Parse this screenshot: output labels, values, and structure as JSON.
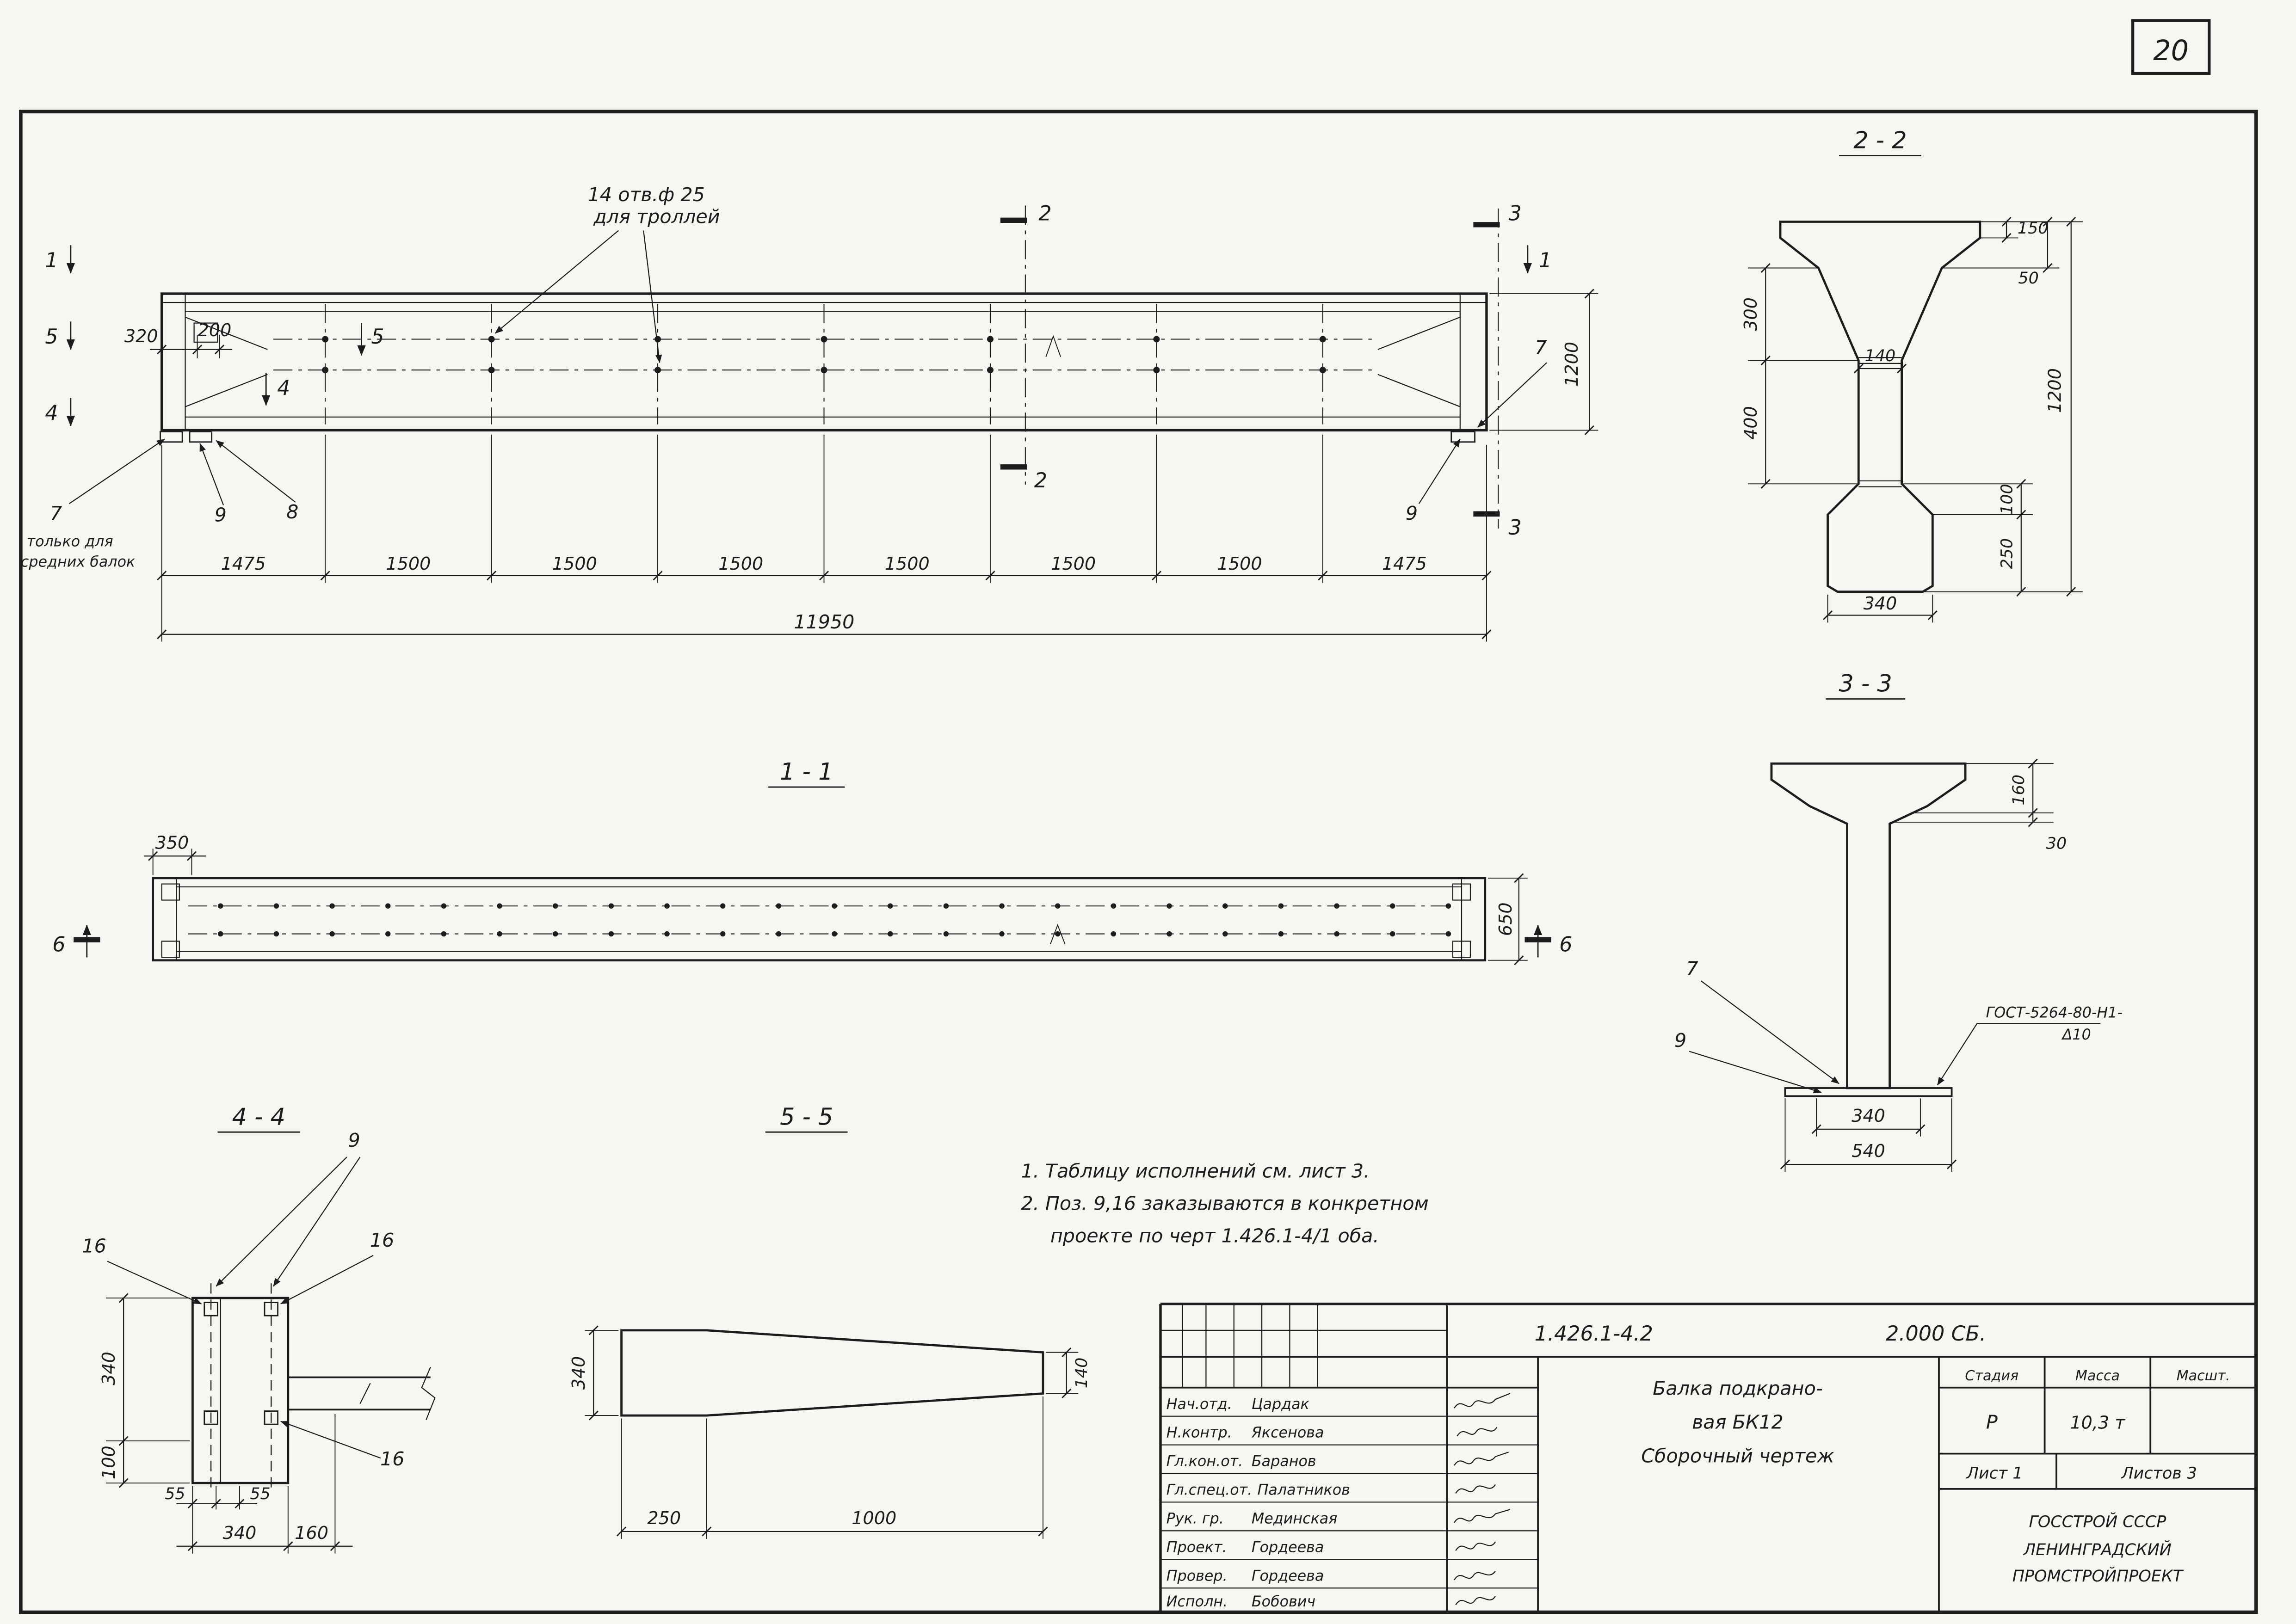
{
  "colors": {
    "ink": "#1c1c1c",
    "paper": "#f7f6f2"
  },
  "page": {
    "sheet_number": "20"
  },
  "elevation": {
    "hole_note_line1": "14 отв.ф 25",
    "hole_note_line2": "для троллей",
    "side_note_line1": "только для",
    "side_note_line2": "средних балок",
    "dim_320": "320",
    "dim_200": "200",
    "dim_1200": "1200",
    "dim_total": "11950",
    "dims_bottom": [
      "1475",
      "1500",
      "1500",
      "1500",
      "1500",
      "1500",
      "1500",
      "1475"
    ],
    "marker_1_left": "1",
    "marker_5_left": "5",
    "marker_4_left": "4",
    "marker_5_inner": "5",
    "marker_4_inner": "4",
    "marker_1_right": "1",
    "marker_2_top": "2",
    "marker_2_bottom": "2",
    "marker_3_top": "3",
    "marker_3_bottom": "3",
    "pos_7_left": "7",
    "pos_9_left": "9",
    "pos_8": "8",
    "pos_7_right": "7",
    "pos_9_right": "9"
  },
  "section_2_2": {
    "title": "2 - 2",
    "dim_300": "300",
    "dim_400": "400",
    "dim_150": "150",
    "dim_50": "50",
    "dim_140": "140",
    "dim_1200": "1200",
    "dim_100": "100",
    "dim_250": "250",
    "dim_340": "340"
  },
  "section_3_3": {
    "title": "3 - 3",
    "dim_160": "160",
    "dim_30": "30",
    "dim_340": "340",
    "dim_540": "540",
    "pos_7": "7",
    "pos_9": "9",
    "weld_note_line1": "ГОСТ-5264-80-Н1-",
    "weld_note_line2": "Δ10"
  },
  "section_1_1": {
    "title": "1 - 1",
    "dim_350": "350",
    "dim_650": "650",
    "marker_6_left": "6",
    "marker_6_right": "6"
  },
  "section_4_4": {
    "title": "4 - 4",
    "dim_340_left": "340",
    "dim_100": "100",
    "dim_55_a": "55",
    "dim_55_b": "55",
    "dim_340_bottom": "340",
    "dim_160": "160",
    "pos_9": "9",
    "pos_16_a": "16",
    "pos_16_b": "16",
    "pos_16_c": "16"
  },
  "section_5_5": {
    "title": "5 - 5",
    "dim_340": "340",
    "dim_140": "140",
    "dim_250": "250",
    "dim_1000": "1000"
  },
  "notes": {
    "line1": "1. Таблицу исполнений  см. лист 3.",
    "line2": "2. Поз. 9,16 заказываются в конкретном",
    "line3": "проекте по черт 1.426.1-4/1 оба."
  },
  "title_block": {
    "doc_number": "1.426.1-4.2",
    "doc_code": "2.000 СБ.",
    "rows": [
      {
        "role": "Нач.отд.",
        "name": "Цардак"
      },
      {
        "role": "Н.контр.",
        "name": "Яксенова"
      },
      {
        "role": "Гл.кон.от.",
        "name": "Баранов"
      },
      {
        "role": "Гл.спец.от.",
        "name": "Палатников"
      },
      {
        "role": "Рук. гр.",
        "name": "Мединская"
      },
      {
        "role": "Проект.",
        "name": "Гордеева"
      },
      {
        "role": "Провер.",
        "name": "Гордеева"
      },
      {
        "role": "Исполн.",
        "name": "Бобович"
      }
    ],
    "title_line1": "Балка  подкрано-",
    "title_line2": "вая  БК12",
    "title_line3": "Сборочный  чертеж",
    "stage_header": "Стадия",
    "mass_header": "Масса",
    "scale_header": "Масшт.",
    "stage_value": "Р",
    "mass_value": "10,3 т",
    "sheet_label": "Лист 1",
    "sheets_label": "Листов 3",
    "org_line1": "ГОССТРОЙ СССР",
    "org_line2": "ЛЕНИНГРАДСКИЙ",
    "org_line3": "ПРОМСТРОЙПРОЕКТ"
  }
}
